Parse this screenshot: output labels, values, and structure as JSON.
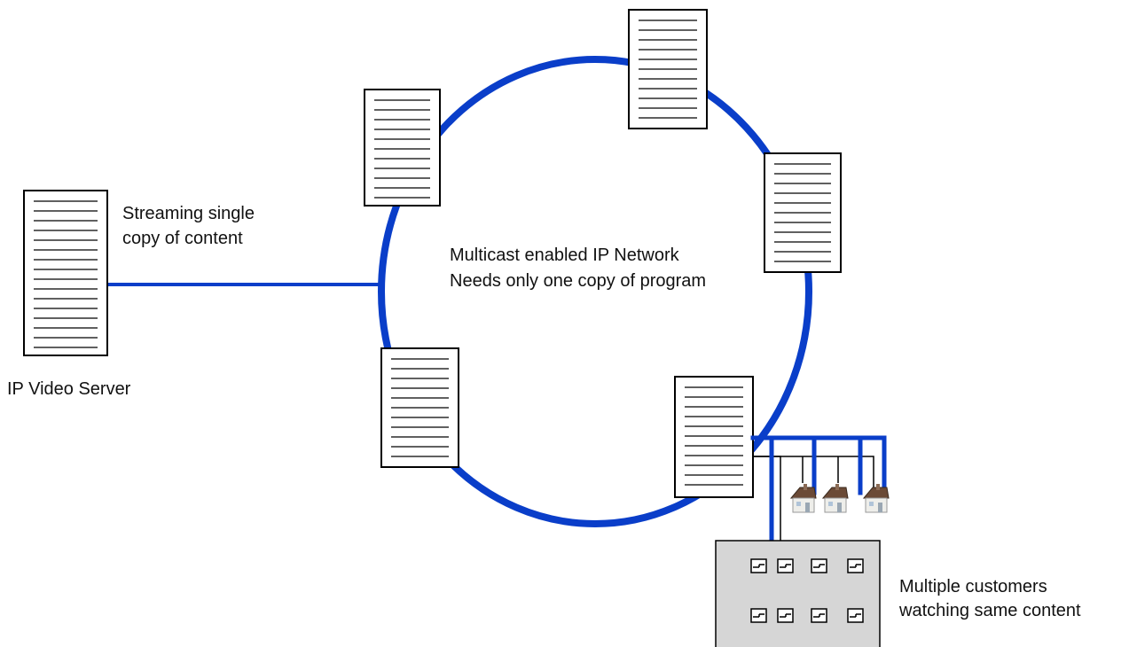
{
  "labels": {
    "streaming_line1": "Streaming single",
    "streaming_line2": "copy of content",
    "server_name": "IP Video Server",
    "network_line1": "Multicast enabled IP Network",
    "network_line2": "Needs only one copy of program",
    "customers_line1": "Multiple customers",
    "customers_line2": "watching same content"
  },
  "colors": {
    "link": "#0a3ec9",
    "device_stroke": "#000000",
    "device_fill": "#ffffff",
    "building_fill": "#d6d6d6",
    "drop_wire": "#000000"
  },
  "icons": {
    "server": "server-rack-icon",
    "router": "router-rack-icon",
    "house": "house-icon",
    "building": "apartment-building-icon"
  }
}
